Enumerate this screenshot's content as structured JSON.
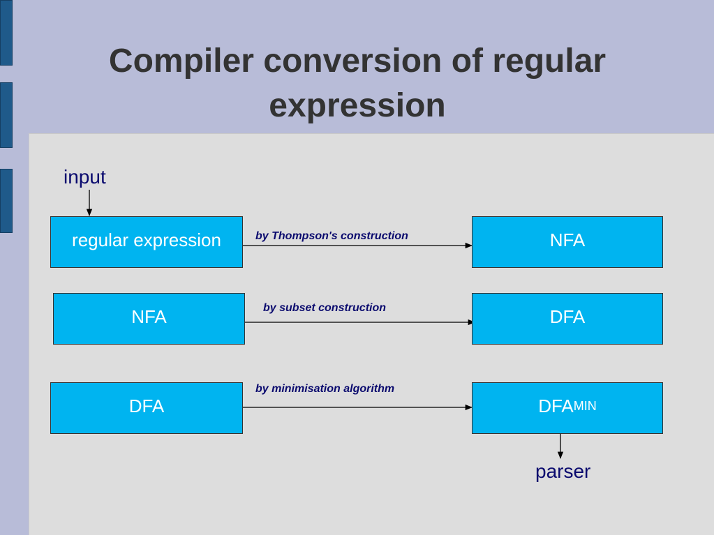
{
  "slide": {
    "title_line1": "Compiler conversion of regular",
    "title_line2": "expression"
  },
  "diagram": {
    "input_label": "input",
    "output_label": "parser",
    "rows": [
      {
        "source": "regular expression",
        "edge_label": "by Thompson's construction",
        "target": "NFA"
      },
      {
        "source": "NFA",
        "edge_label": "by subset construction",
        "target": "DFA"
      },
      {
        "source": "DFA",
        "edge_label": "by minimisation algorithm",
        "target": "DFA",
        "target_subscript": "MIN"
      }
    ]
  },
  "colors": {
    "background": "#b8bcd8",
    "panel": "#dddddd",
    "box_fill": "#00b4f0",
    "side_tab": "#1f5a8a",
    "title_text": "#333333",
    "label_text": "#0a0a6e"
  }
}
